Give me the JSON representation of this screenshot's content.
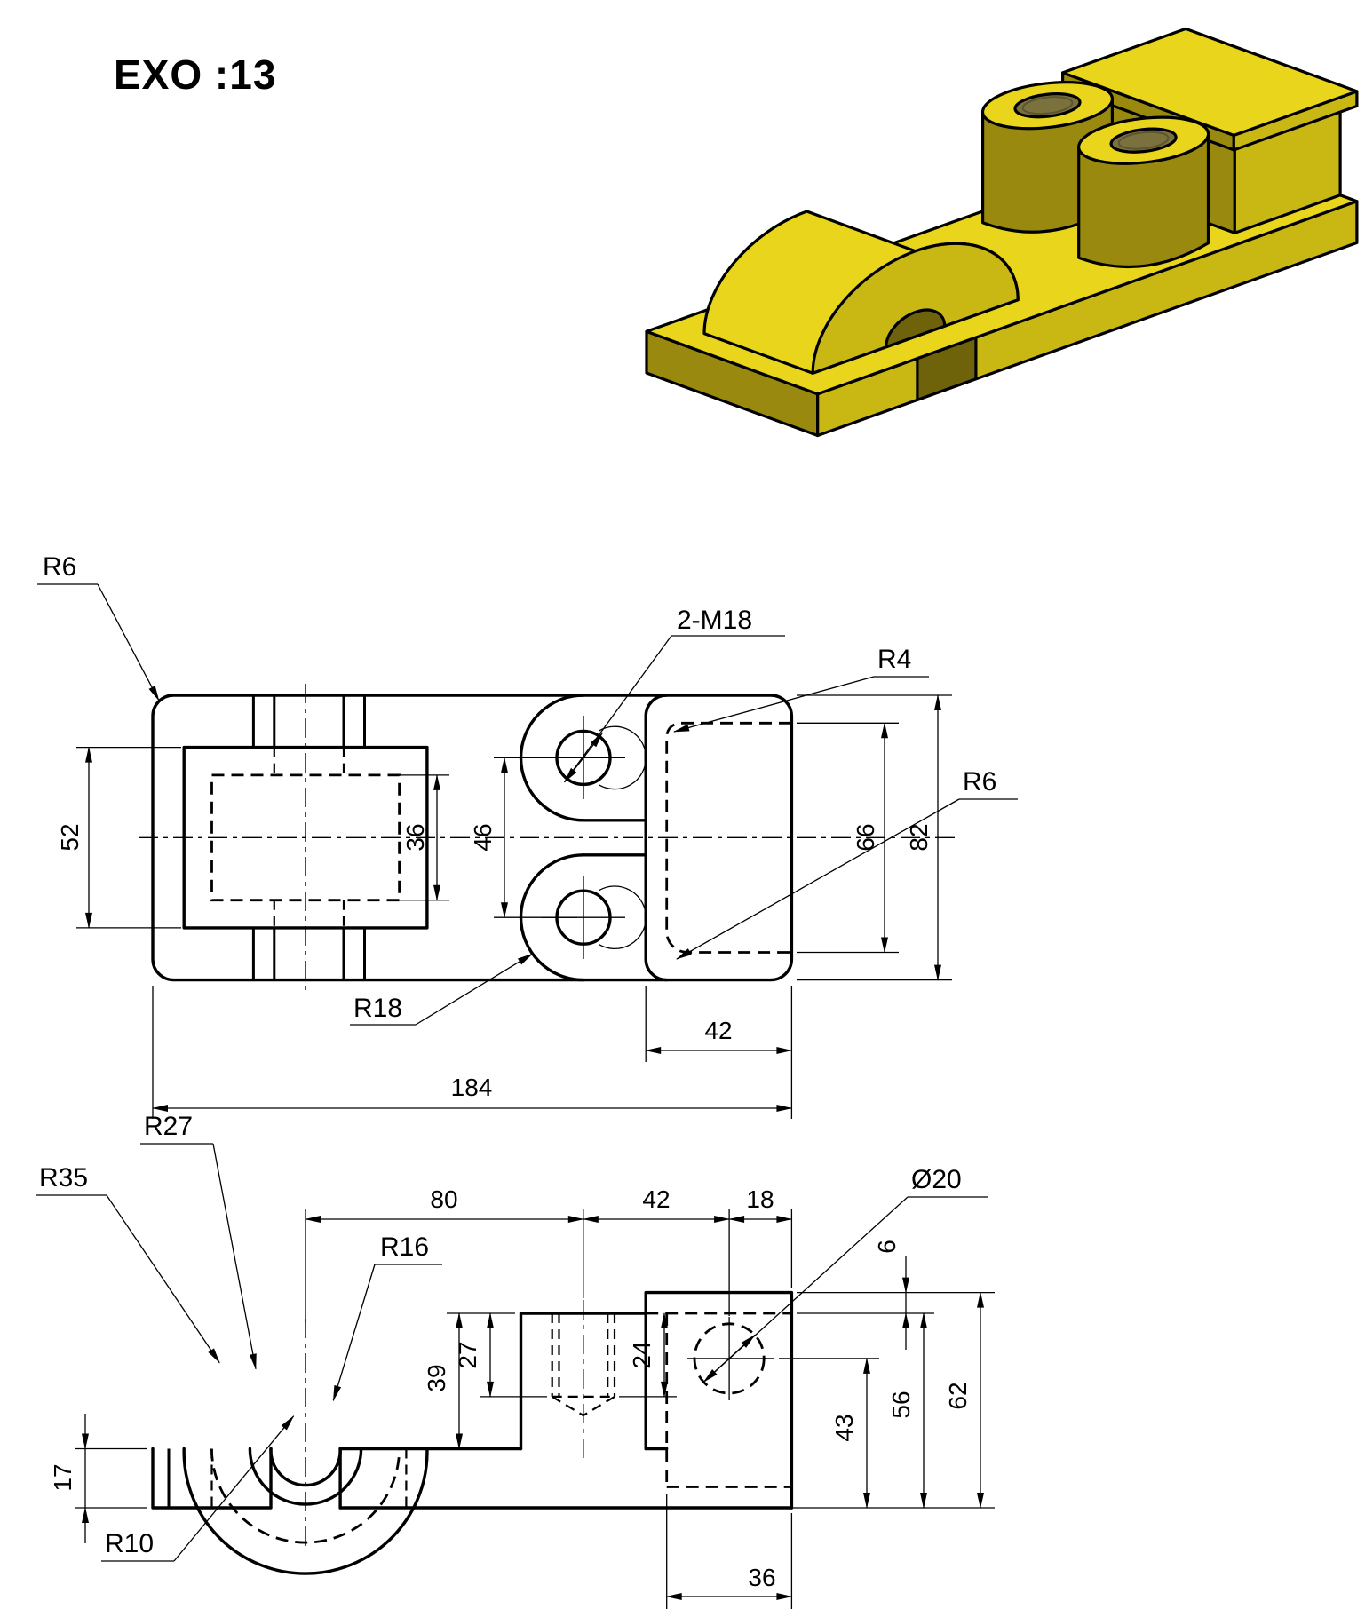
{
  "title": "EXO :13",
  "colors": {
    "iso_top": "#e8d51c",
    "iso_front": "#c9b714",
    "iso_side": "#99890e",
    "iso_dark": "#6e630b",
    "iso_hole": "#7a713d",
    "line": "#000000",
    "background": "#ffffff"
  },
  "top_view": {
    "r6_corner": "R6",
    "thread_callout": "2-M18",
    "r4_block": "R4",
    "r6_block": "R6",
    "r18_lobe": "R18",
    "d36": "36",
    "d46": "46",
    "d52": "52",
    "d66": "66",
    "d82": "82",
    "d42": "42",
    "d184": "184"
  },
  "front_view": {
    "d80": "80",
    "d42": "42",
    "d18": "18",
    "dia20": "Ø20",
    "r27": "R27",
    "r35": "R35",
    "r16": "R16",
    "r10": "R10",
    "d6": "6",
    "d39": "39",
    "d27": "27",
    "d24": "24",
    "d43": "43",
    "d56": "56",
    "d62": "62",
    "d17": "17",
    "d36": "36"
  }
}
